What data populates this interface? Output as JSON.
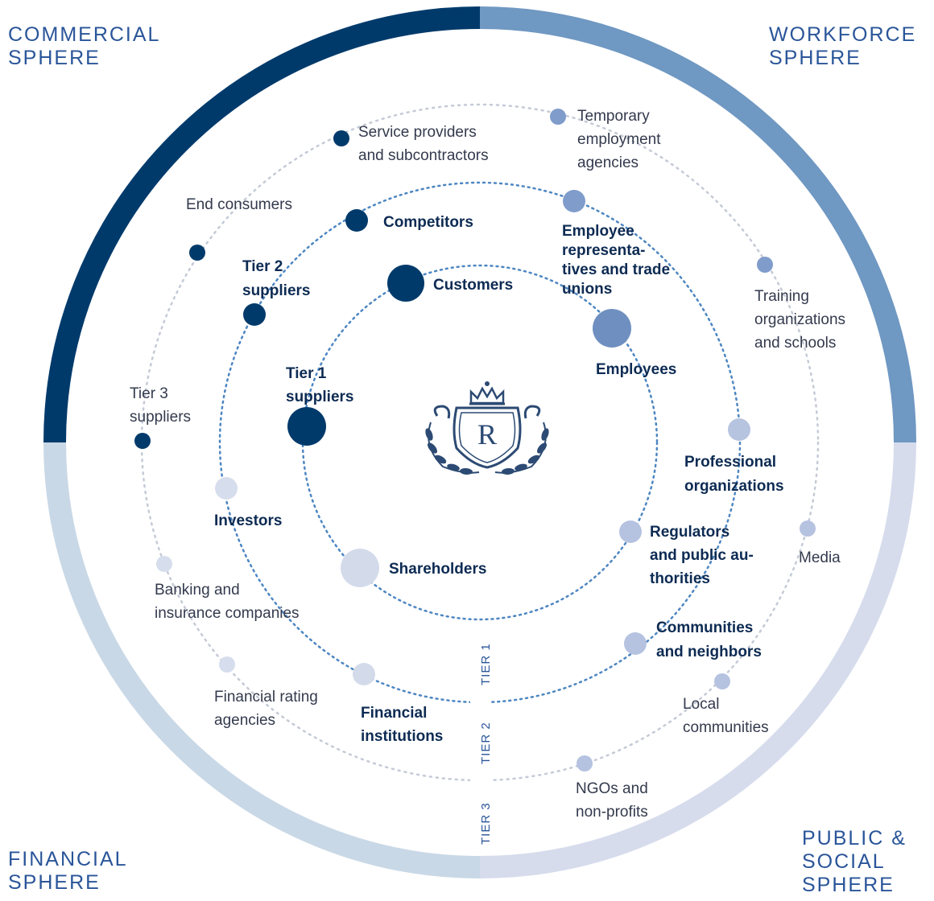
{
  "colors": {
    "commercial": "#003a6b",
    "workforce": "#6f98c2",
    "financial": "#c9d8e6",
    "public": "#d6dcec",
    "ring_dots": "#4d86c2",
    "outer_dots": "#c4cad6"
  },
  "spheres": {
    "commercial": "COMMERCIAL\nSPHERE",
    "workforce": "WORKFORCE\nSPHERE",
    "financial": "FINANCIAL\nSPHERE",
    "public": "PUBLIC &\nSOCIAL\nSPHERE"
  },
  "tiers": [
    "TIER 1",
    "TIER 2",
    "TIER 3"
  ],
  "logo": {
    "name": "crest-icon",
    "letter": "R"
  },
  "stakeholders": [
    {
      "id": "customers",
      "lines": [
        "Customers"
      ],
      "bold": true,
      "color": "#003a6b"
    },
    {
      "id": "employees",
      "lines": [
        "Employees"
      ],
      "bold": true,
      "color": "#6f8fc0"
    },
    {
      "id": "tier1-suppliers",
      "lines": [
        "Tier 1",
        "suppliers"
      ],
      "bold": true,
      "color": "#003a6b"
    },
    {
      "id": "shareholders",
      "lines": [
        "Shareholders"
      ],
      "bold": true,
      "color": "#d3dbea"
    },
    {
      "id": "competitors",
      "lines": [
        "Competitors"
      ],
      "bold": true,
      "color": "#003a6b"
    },
    {
      "id": "employee-representatives",
      "lines": [
        "Employee",
        "representa-",
        "tives and trade",
        "unions"
      ],
      "bold": true,
      "color": "#7f9ccb"
    },
    {
      "id": "tier2-suppliers",
      "lines": [
        "Tier 2",
        "suppliers"
      ],
      "bold": true,
      "color": "#003a6b"
    },
    {
      "id": "professional-organizations",
      "lines": [
        "Professional",
        "organizations"
      ],
      "bold": true,
      "color": "#b6c4e0"
    },
    {
      "id": "investors",
      "lines": [
        "Investors"
      ],
      "bold": true,
      "color": "#d6ddec"
    },
    {
      "id": "regulators",
      "lines": [
        "Regulators",
        "and public au-",
        "thorities"
      ],
      "bold": true,
      "color": "#b5c2e0"
    },
    {
      "id": "communities-neighbors",
      "lines": [
        "Communities",
        "and neighbors"
      ],
      "bold": true,
      "color": "#b5c2e0"
    },
    {
      "id": "financial-institutions",
      "lines": [
        "Financial",
        "institutions"
      ],
      "bold": true,
      "color": "#d3dbea"
    },
    {
      "id": "service-providers",
      "lines": [
        "Service providers",
        "and subcontractors"
      ],
      "bold": false,
      "color": "#003a6b"
    },
    {
      "id": "temporary-employment",
      "lines": [
        "Temporary",
        "employment",
        "agencies"
      ],
      "bold": false,
      "color": "#7f9ccb"
    },
    {
      "id": "end-consumers",
      "lines": [
        "End consumers"
      ],
      "bold": false,
      "color": "#003a6b"
    },
    {
      "id": "training-organizations",
      "lines": [
        "Training",
        "organizations",
        "and schools"
      ],
      "bold": false,
      "color": "#7f9ccb"
    },
    {
      "id": "tier3-suppliers",
      "lines": [
        "Tier 3",
        "suppliers"
      ],
      "bold": false,
      "color": "#003a6b"
    },
    {
      "id": "media",
      "lines": [
        "Media"
      ],
      "bold": false,
      "color": "#b5c2e0"
    },
    {
      "id": "banking-insurance",
      "lines": [
        "Banking and",
        "insurance companies"
      ],
      "bold": false,
      "color": "#d6ddec"
    },
    {
      "id": "financial-rating",
      "lines": [
        "Financial rating",
        "agencies"
      ],
      "bold": false,
      "color": "#d6ddec"
    },
    {
      "id": "local-communities",
      "lines": [
        "Local",
        "communities"
      ],
      "bold": false,
      "color": "#b5c2e0"
    },
    {
      "id": "ngos",
      "lines": [
        "NGOs and",
        "non-profits"
      ],
      "bold": false,
      "color": "#b5c2e0"
    }
  ]
}
